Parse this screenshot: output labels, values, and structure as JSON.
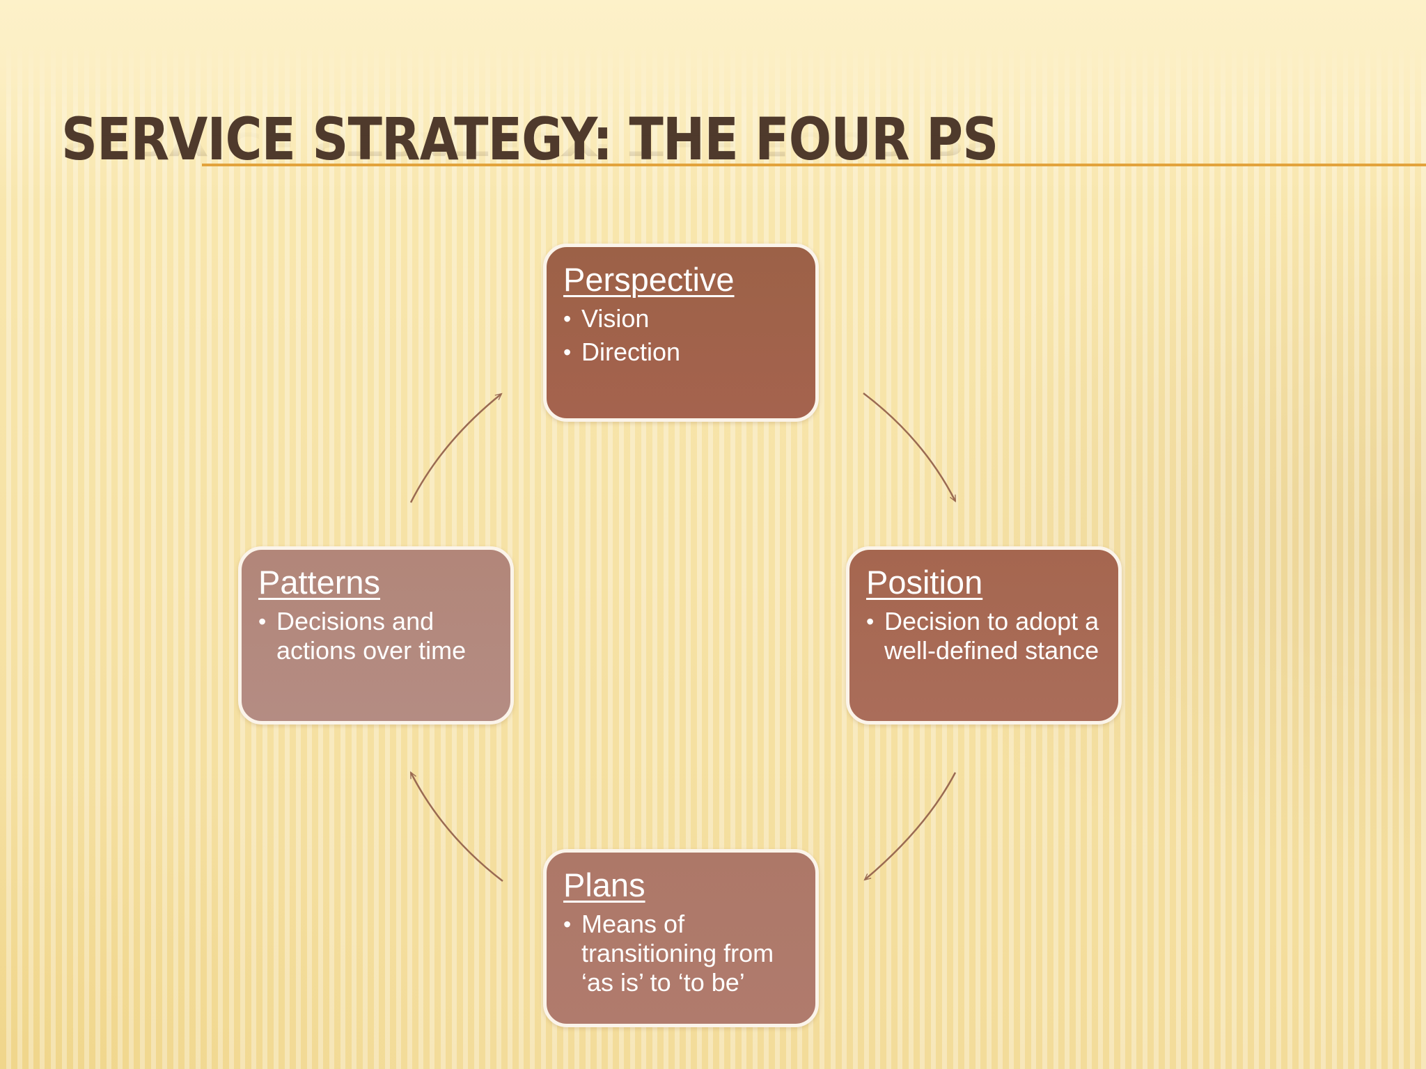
{
  "slide": {
    "title": "SERVICE STRATEGY: THE FOUR PS"
  },
  "diagram": {
    "type": "cycle",
    "direction": "clockwise",
    "nodes": [
      {
        "id": "perspective",
        "title": "Perspective",
        "bullets": [
          "Vision",
          "Direction"
        ],
        "color": "#a0614b"
      },
      {
        "id": "position",
        "title": "Position",
        "bullets": [
          "Decision to adopt a well-defined stance"
        ],
        "color": "#a96a55"
      },
      {
        "id": "plans",
        "title": "Plans",
        "bullets": [
          "Means of transitioning from ‘as is’ to ‘to be’"
        ],
        "color": "#af7a6b"
      },
      {
        "id": "patterns",
        "title": "Patterns",
        "bullets": [
          "Decisions and actions over time"
        ],
        "color": "#b38980"
      }
    ],
    "edges": [
      {
        "from": "perspective",
        "to": "position"
      },
      {
        "from": "position",
        "to": "plans"
      },
      {
        "from": "plans",
        "to": "patterns"
      },
      {
        "from": "patterns",
        "to": "perspective"
      }
    ],
    "arrow_color": "#9a6a52",
    "accent_color": "#e2a33c",
    "title_color": "#4f3a2c"
  }
}
